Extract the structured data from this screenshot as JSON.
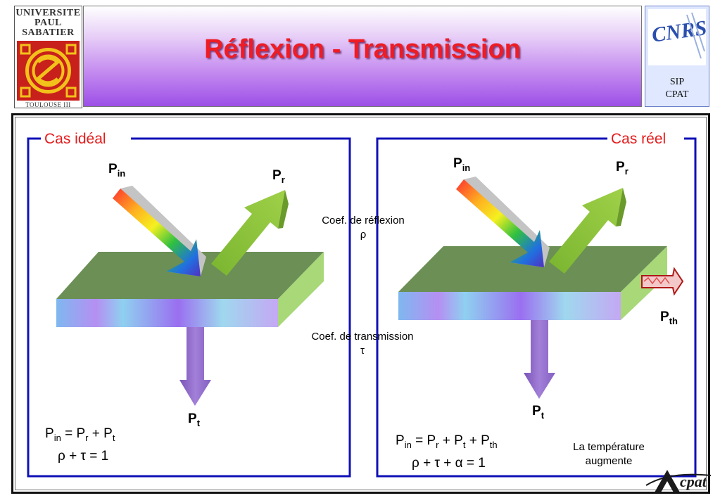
{
  "header": {
    "title": "Réflexion - Transmission",
    "university_logo": [
      "UNIVERSITE",
      "PAUL",
      "SABATIER",
      "TOULOUSE III"
    ],
    "cnrs_logo_text": "CNRS",
    "lab_lines": [
      "SIP",
      "CPAT"
    ]
  },
  "left_panel": {
    "label": "Cas idéal",
    "p_in": "P",
    "p_in_sub": "in",
    "p_r": "P",
    "p_r_sub": "r",
    "p_t": "P",
    "p_t_sub": "t",
    "eq1": {
      "a": "P",
      "a_sub": "in",
      "b": " = P",
      "b_sub": "r",
      "c": " + P",
      "c_sub": "t"
    },
    "eq2": "ρ + τ = 1"
  },
  "center": {
    "coef_reflexion": "Coef. de réflexion",
    "rho": "ρ",
    "coef_transmission": "Coef. de transmission",
    "tau": "τ"
  },
  "right_panel": {
    "label": "Cas réel",
    "p_in": "P",
    "p_in_sub": "in",
    "p_r": "P",
    "p_r_sub": "r",
    "p_t": "P",
    "p_t_sub": "t",
    "p_th": "P",
    "p_th_sub": "th",
    "eq1": {
      "a": "P",
      "a_sub": "in",
      "b": " = P",
      "b_sub": "r",
      "c": " + P",
      "c_sub": "t",
      "d": " + P",
      "d_sub": "th"
    },
    "eq2": "ρ + τ + α = 1",
    "note_line1": "La température",
    "note_line2": "augmente"
  },
  "footer_logo": "cpat",
  "colors": {
    "title_red": "#ee1c24",
    "frame_blue": "#1010b8",
    "slab_top": "#6b8f55",
    "reflect_green": "#86c23a",
    "transmit_purple": "#8d62c7"
  }
}
